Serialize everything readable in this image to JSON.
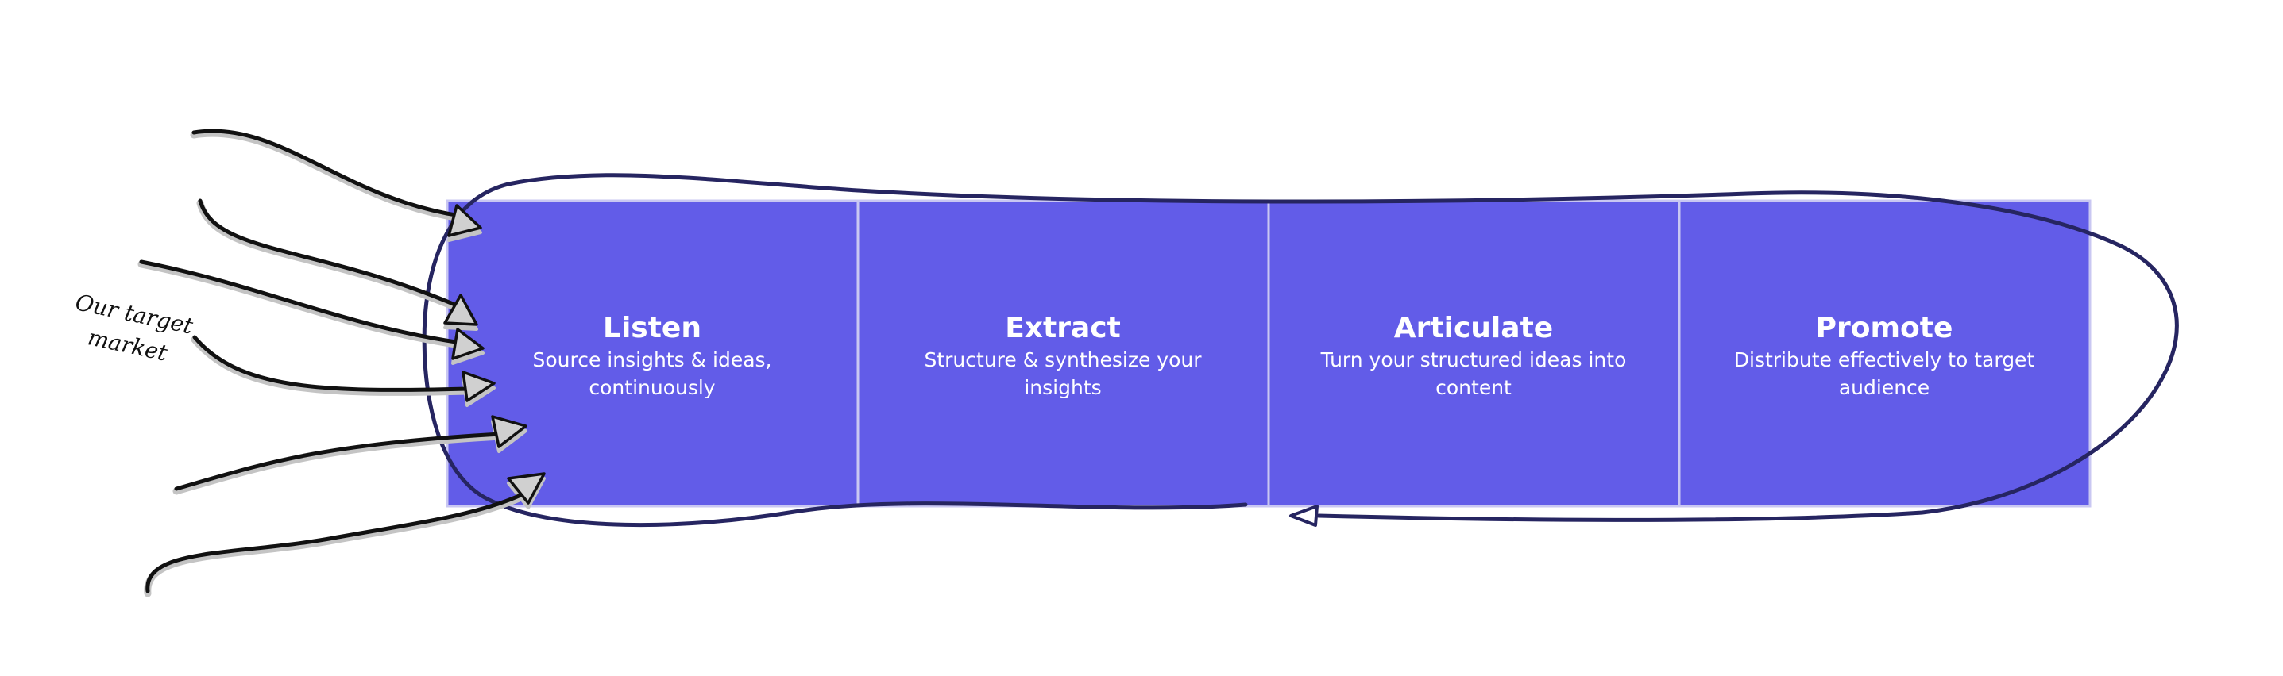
{
  "diagram": {
    "market_label_lines": [
      "Our target",
      "market"
    ],
    "stages": [
      {
        "title": "Listen",
        "desc_lines": [
          "Source insights & ideas,",
          "continuously"
        ]
      },
      {
        "title": "Extract",
        "desc_lines": [
          "Structure & synthesize your",
          "insights"
        ]
      },
      {
        "title": "Articulate",
        "desc_lines": [
          "Turn your structured ideas into",
          "content"
        ]
      },
      {
        "title": "Promote",
        "desc_lines": [
          "Distribute effectively to target",
          "audience"
        ]
      }
    ],
    "colors": {
      "stage_fill": "#625ce8",
      "stage_text": "#ffffff",
      "loop_stroke": "#262561",
      "input_arrow_stroke": "#111111"
    },
    "icons": [
      "input-arrow",
      "feedback-loop-arrow"
    ]
  }
}
